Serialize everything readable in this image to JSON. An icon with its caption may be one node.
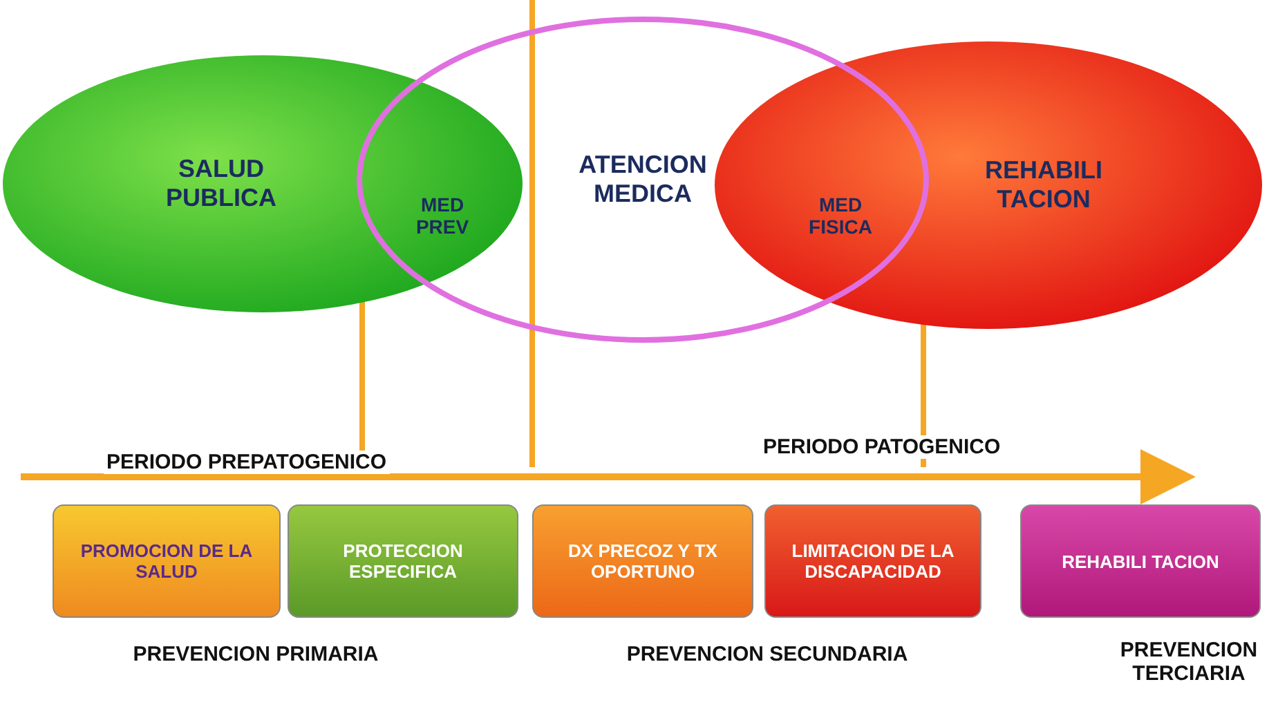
{
  "diagram": {
    "nodes": [
      {
        "text": [
          "SALUD PUBLICA"
        ]
      },
      {
        "text": [
          "ATENCION MEDICA"
        ]
      },
      {
        "text": [
          "REHABILI TACION"
        ]
      },
      {
        "text": [
          "PROMOCION DE LA SALUD"
        ]
      },
      {
        "text": [
          "PROTECCION ESPECIFICA"
        ]
      },
      {
        "text": [
          "DX PRECOZ Y TX OPORTUNO"
        ]
      },
      {
        "text": [
          "LIMITACION DE LA DISCAPACIDAD"
        ]
      },
      {
        "text": [
          "REHABILI TACION"
        ]
      }
    ],
    "edges": [],
    "labels": [
      "MED PREV",
      "MED FISICA",
      "PERIODO PATOGENICO",
      "PERIODO PREPATOGENICO",
      "PREVENCION PRIMARIA",
      "PREVENCION SECUNDARIA",
      "PREVENCION TERCIARIA"
    ]
  }
}
